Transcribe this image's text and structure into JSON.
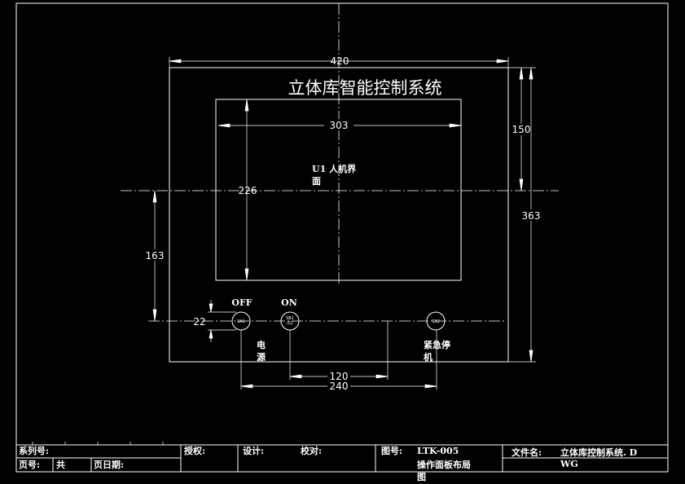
{
  "drawing": {
    "title": "立体库智能控制系统",
    "dimensions": {
      "overall_width": "420",
      "screen_width": "303",
      "screen_height": "226",
      "top_to_screen_axis": "150",
      "overall_height": "363",
      "bottom_to_screen_axis": "163",
      "button_offset": "22",
      "button_spacing": "120",
      "button_total": "240"
    },
    "screen_label_line1": "U1 人机界",
    "screen_label_line2": "面",
    "buttons": {
      "off_label": "OFF",
      "on_label": "ON",
      "sa1_tag": "SA1",
      "sb1_tag_line1": "SB1",
      "sb1_tag_line2": "(G)",
      "estop_tag": "SB2",
      "power_label_line1": "电",
      "power_label_line2": "源",
      "estop_label_line1": "紧急停",
      "estop_label_line2": "机"
    }
  },
  "title_block": {
    "series_label": "系列号:",
    "page_label": "页号:",
    "total_label": "共",
    "date_label": "页日期:",
    "auth_label": "授权:",
    "design_label": "设计:",
    "check_label": "校对:",
    "drawing_no_label": "图号:",
    "drawing_no": "LTK-005",
    "drawing_desc_line1": "操作面板布局",
    "drawing_desc_line2": "图",
    "file_label": "文件名:",
    "file_name": "立体库控制系统. D",
    "file_ext": "WG"
  }
}
